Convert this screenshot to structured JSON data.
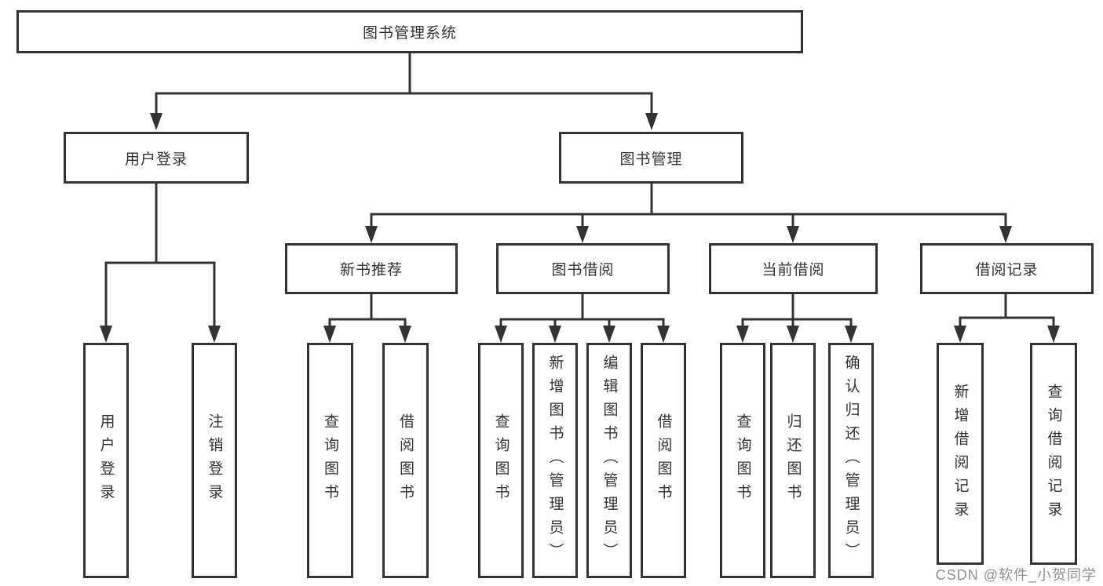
{
  "nodes": {
    "root": "图书管理系统",
    "user_login": "用户登录",
    "book_management": "图书管理",
    "new_book_recommend": "新书推荐",
    "book_borrowing": "图书借阅",
    "current_borrowing": "当前借阅",
    "borrowing_records": "借阅记录",
    "leaf_user_login": "用户登录",
    "leaf_logout": "注销登录",
    "leaf_recommend_query_books": "查询图书",
    "leaf_recommend_borrow_books": "借阅图书",
    "leaf_borrowing_query_books": "查询图书",
    "leaf_borrowing_add_books": "新增图书（管理员）",
    "leaf_borrowing_edit_books": "编辑图书（管理员）",
    "leaf_borrowing_borrow_books": "借阅图书",
    "leaf_current_query_books": "查询图书",
    "leaf_current_return_books": "归还图书",
    "leaf_current_confirm_return": "确认归还（管理员）",
    "leaf_records_add_record": "新增借阅记录",
    "leaf_records_query_record": "查询借阅记录"
  },
  "watermark": "CSDN @软件_小贺同学",
  "colors": {
    "line": "#333333",
    "text": "#333333",
    "box_fill": "#ffffff",
    "watermark": "#878787",
    "background": "#ffffff"
  }
}
